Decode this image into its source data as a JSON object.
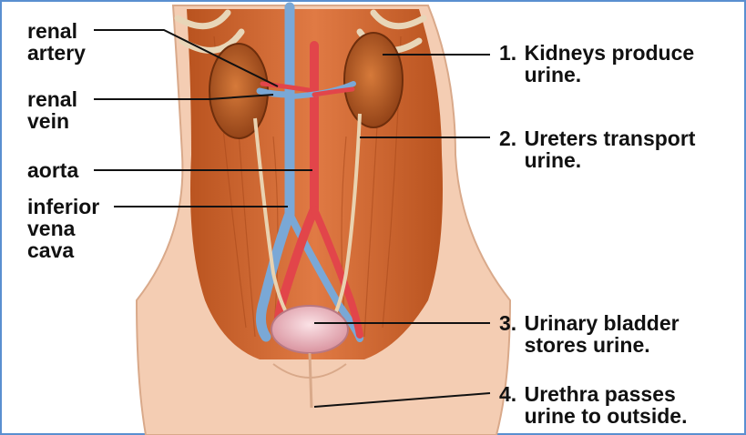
{
  "colors": {
    "frame_border": "#5a8fd0",
    "skin": "#f4cdb3",
    "muscle": "#d46f3c",
    "kidney": "#b8581f",
    "artery": "#e2454a",
    "vein": "#7aa8d6",
    "bladder": "#eab4bc",
    "leader_line": "#111111"
  },
  "left_labels": [
    {
      "id": "renal-artery",
      "text": "renal\nartery"
    },
    {
      "id": "renal-vein",
      "text": "renal\nvein"
    },
    {
      "id": "aorta",
      "text": "aorta"
    },
    {
      "id": "inferior-vena-cava",
      "text": "inferior\nvena\ncava"
    }
  ],
  "right_labels": [
    {
      "id": "kidneys",
      "number": "1.",
      "text": "Kidneys produce\nurine."
    },
    {
      "id": "ureters",
      "number": "2.",
      "text": "Ureters transport\nurine."
    },
    {
      "id": "bladder",
      "number": "3.",
      "text": "Urinary bladder\nstores urine."
    },
    {
      "id": "urethra",
      "number": "4.",
      "text": "Urethra passes\nurine to outside."
    }
  ]
}
